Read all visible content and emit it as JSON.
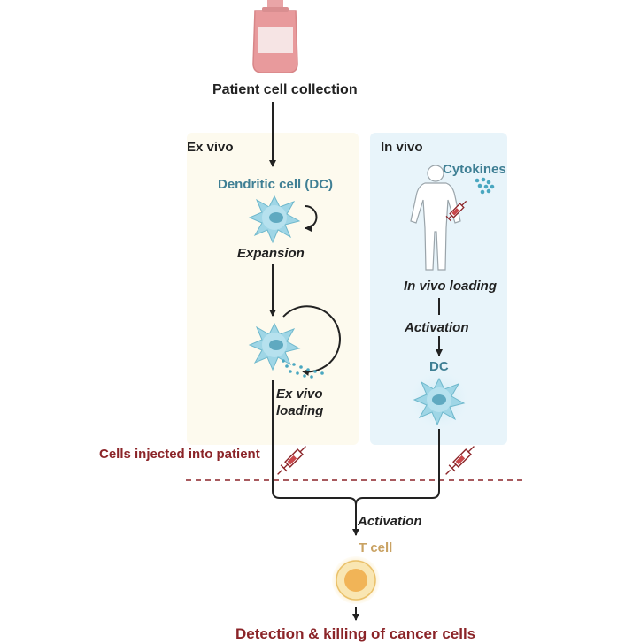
{
  "labels": {
    "patient_collection": "Patient cell collection",
    "ex_vivo_title": "Ex vivo",
    "in_vivo_title": "In vivo",
    "dendritic_cell": "Dendritic cell (DC)",
    "expansion": "Expansion",
    "ex_vivo_loading_1": "Ex vivo",
    "ex_vivo_loading_2": "loading",
    "cytokines": "Cytokines",
    "in_vivo_loading": "In vivo loading",
    "activation_invivo": "Activation",
    "dc": "DC",
    "cells_injected": "Cells injected into patient",
    "activation_main": "Activation",
    "t_cell": "T cell",
    "detection": "Detection & killing of cancer cells"
  },
  "colors": {
    "ex_vivo_panel": "#fdfaee",
    "in_vivo_panel": "#e8f4fa",
    "teal_text": "#3f7f94",
    "dark_red": "#8b2428",
    "t_cell_label": "#c9a263",
    "blood_bag": "#e89a9c"
  },
  "icons": [
    "blood-bag-icon",
    "dendritic-cell-icon",
    "human-body-icon",
    "syringe-icon",
    "t-cell-icon",
    "cytokine-dots-icon"
  ]
}
